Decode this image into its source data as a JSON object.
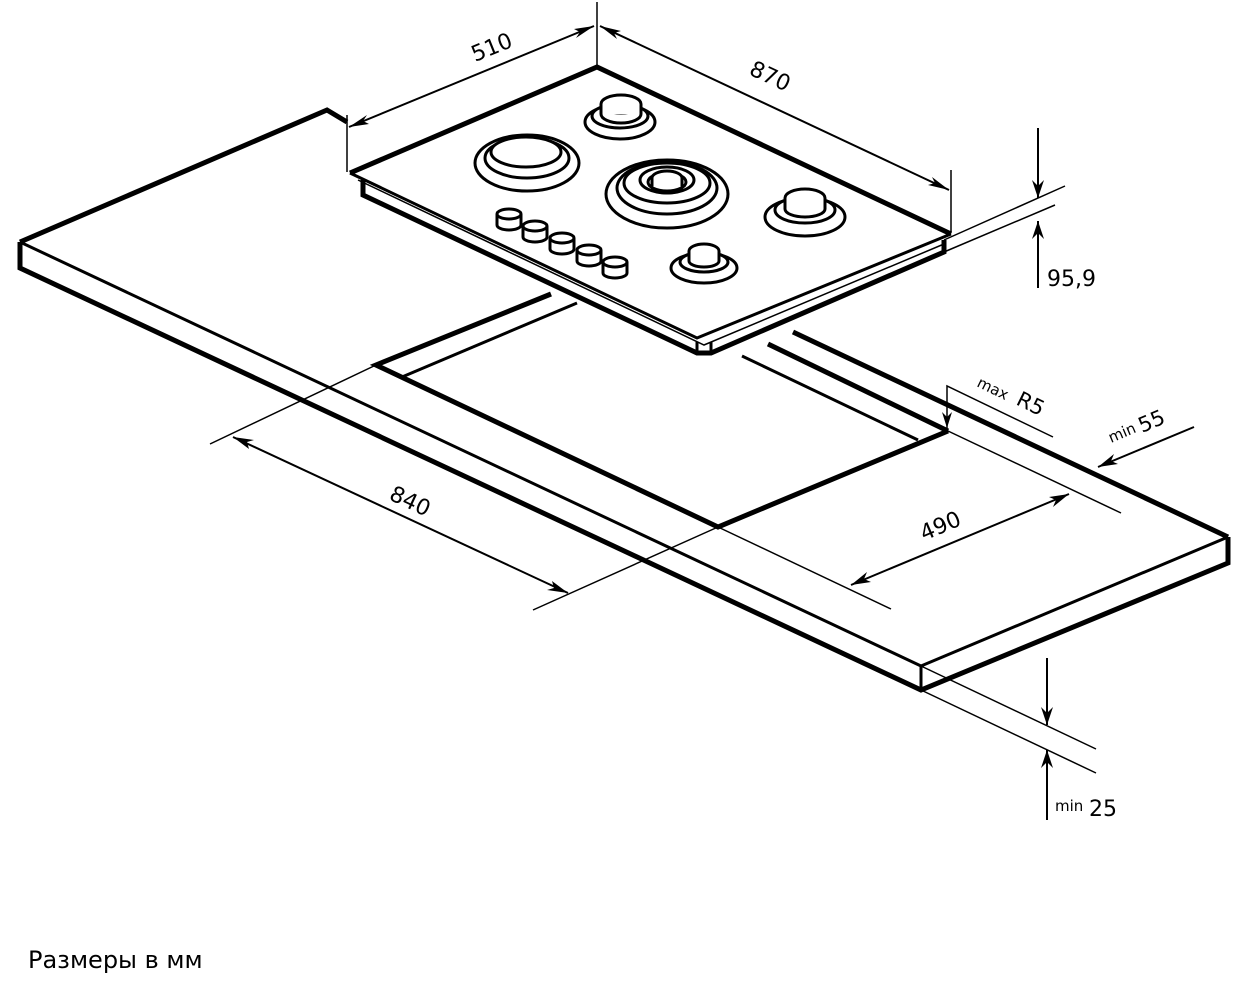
{
  "diagram": {
    "title": "Gas hob built-in installation dimensions",
    "units_caption": "Размеры в мм",
    "hob": {
      "burners": [
        "wok-burner",
        "large-burner",
        "medium-burner-rear",
        "medium-burner-right",
        "small-burner-front"
      ],
      "knob_count": 5
    },
    "dimensions": {
      "hob_depth": "510",
      "hob_width": "870",
      "hob_height": "95,9",
      "cutout_width": "840",
      "cutout_depth": "490",
      "corner_radius_prefix": "max",
      "corner_radius": "R5",
      "front_edge_prefix": "min",
      "front_edge": "55",
      "countertop_thickness_prefix": "min",
      "countertop_thickness": "25"
    },
    "colors": {
      "line": "#000000",
      "background": "#ffffff"
    }
  }
}
